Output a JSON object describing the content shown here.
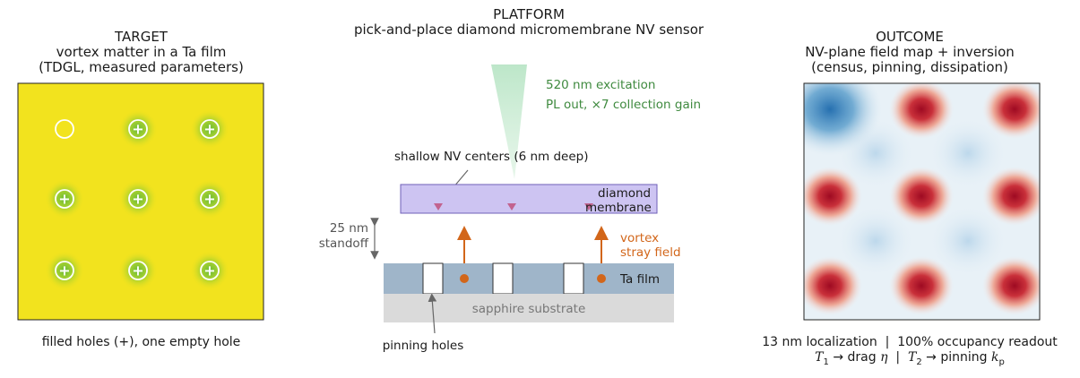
{
  "target": {
    "heading": "TARGET",
    "subtitle_line1": "vortex matter in a Ta film",
    "subtitle_line2": "(TDGL, measured parameters)",
    "caption": "filled holes (+), one empty hole",
    "grid": {
      "rows": 3,
      "cols": 3,
      "empty_holes": [
        [
          0,
          0
        ]
      ],
      "filled_marker": "+"
    },
    "colors": {
      "background": "#f2e31e",
      "vortex_halo": "#7dc42f",
      "marker": "#ffffff"
    }
  },
  "platform": {
    "heading": "PLATFORM",
    "subtitle": "pick-and-place diamond micromembrane NV sensor",
    "excitation_label": "520 nm excitation",
    "pl_label": "PL out, ×7 collection gain",
    "nv_label": "shallow NV centers (6 nm deep)",
    "membrane_label_1": "diamond",
    "membrane_label_2": "membrane",
    "standoff_label_1": "25 nm",
    "standoff_label_2": "standoff",
    "vortex_label_1": "vortex",
    "vortex_label_2": "stray field",
    "film_label": "Ta film",
    "substrate_label": "sapphire substrate",
    "holes_label": "pinning holes",
    "colors": {
      "beam": "#b9e5c6",
      "membrane": "#cdc4f2",
      "membrane_border": "#6f5fb8",
      "nv_marker": "#c2638f",
      "film": "#9fb5c9",
      "substrate": "#dadada",
      "vortex": "#d2661a",
      "green_text": "#3f8a3f"
    }
  },
  "outcome": {
    "heading": "OUTCOME",
    "subtitle_line1": "NV-plane field map + inversion",
    "subtitle_line2": "(census, pinning, dissipation)",
    "caption_line1": "13 nm localization  |  100% occupancy readout",
    "caption_line2": {
      "t1": "T",
      "t1_sub": "1",
      "drag": "→ drag ",
      "eta": "η",
      "sep": "  |  ",
      "t2": "T",
      "t2_sub": "2",
      "pin": "→ pinning ",
      "k": "k",
      "k_sub": "p"
    },
    "colors": {
      "peak": "#9e0a22",
      "peak_mid": "#d8454a",
      "background": "#e8f1f7",
      "empty_region": "#2d7db8"
    }
  }
}
